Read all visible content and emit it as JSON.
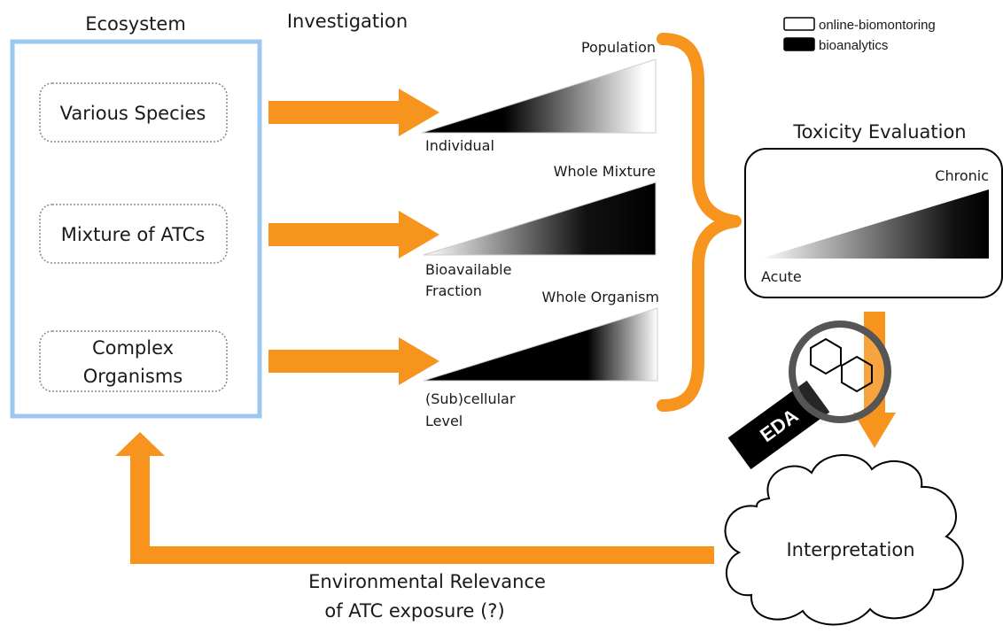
{
  "legend": {
    "items": [
      {
        "label": "online-biomontoring",
        "fill": "white"
      },
      {
        "label": "bioanalytics",
        "fill": "black"
      }
    ]
  },
  "headings": {
    "ecosystem": "Ecosystem",
    "investigation": "Investigation",
    "toxicity": "Toxicity Evaluation"
  },
  "ecosystem_boxes": [
    {
      "lines": [
        "Various Species"
      ]
    },
    {
      "lines": [
        "Mixture of ATCs"
      ]
    },
    {
      "lines": [
        "Complex",
        "Organisms"
      ]
    }
  ],
  "wedges": [
    {
      "top_label": "Population",
      "bottom_lines": [
        "Individual"
      ],
      "gradient": "black-to-white"
    },
    {
      "top_label": "Whole Mixture",
      "bottom_lines": [
        "Bioavailable",
        "Fraction"
      ],
      "gradient": "white-to-black"
    },
    {
      "top_label": "Whole Organism",
      "bottom_lines": [
        "(Sub)cellular",
        "Level"
      ],
      "gradient": "black-mostly-to-white"
    }
  ],
  "toxicity_box": {
    "high_label": "Chronic",
    "low_label": "Acute"
  },
  "eda_label": "EDA",
  "interpretation": "Interpretation",
  "bottom_label": [
    "Environmental Relevance",
    "of ATC exposure (?)"
  ],
  "colors": {
    "arrow": "#f7941d",
    "ecosystem_border": "#9cc8f0",
    "magnifier_ring": "#555555",
    "dashed_border": "#888888"
  }
}
